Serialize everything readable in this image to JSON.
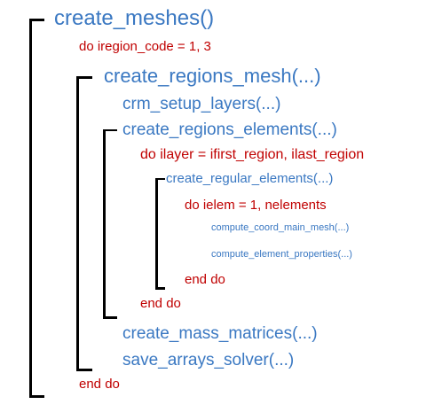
{
  "colors": {
    "function": "#3a78c2",
    "loop": "#c00000",
    "bracket": "#000000"
  },
  "lines": [
    {
      "id": "create-meshes",
      "kind": "function",
      "text": "create_meshes()"
    },
    {
      "id": "do-iregion",
      "kind": "loop",
      "text": "do iregion_code = 1, 3"
    },
    {
      "id": "create-regions-mesh",
      "kind": "function",
      "text": "create_regions_mesh(...)"
    },
    {
      "id": "crm-setup-layers",
      "kind": "function",
      "text": "crm_setup_layers(...)"
    },
    {
      "id": "create-regions-elements",
      "kind": "function",
      "text": "create_regions_elements(...)"
    },
    {
      "id": "do-ilayer",
      "kind": "loop",
      "text": "do ilayer = ifirst_region, ilast_region"
    },
    {
      "id": "create-regular-elements",
      "kind": "function",
      "text": "create_regular_elements(...)"
    },
    {
      "id": "do-ielem",
      "kind": "loop",
      "text": "do ielem = 1, nelements"
    },
    {
      "id": "compute-coord-main-mesh",
      "kind": "function",
      "text": "compute_coord_main_mesh(...)"
    },
    {
      "id": "compute-element-properties",
      "kind": "function",
      "text": "compute_element_properties(...)"
    },
    {
      "id": "end-do-ielem",
      "kind": "loop",
      "text": "end do"
    },
    {
      "id": "end-do-ilayer",
      "kind": "loop",
      "text": "end do"
    },
    {
      "id": "create-mass-matrices",
      "kind": "function",
      "text": "create_mass_matrices(...)"
    },
    {
      "id": "save-arrays-solver",
      "kind": "function",
      "text": "save_arrays_solver(...)"
    },
    {
      "id": "end-do-iregion",
      "kind": "loop",
      "text": "end do"
    }
  ]
}
